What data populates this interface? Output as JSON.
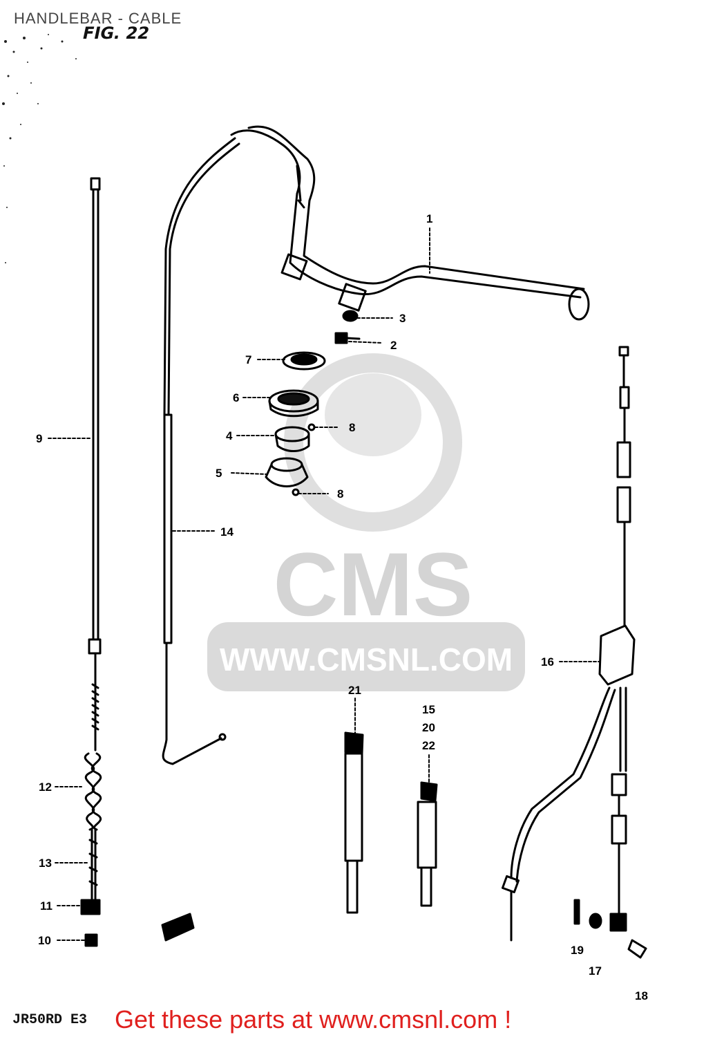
{
  "header": {
    "title": "HANDLEBAR - CABLE",
    "fig_label": "FIG. 22"
  },
  "model_code": "JR50RD E3",
  "footer": {
    "text": "Get these parts at www.cmsnl.com !"
  },
  "watermark": {
    "brand": "CMS",
    "url": "WWW.CMSNL.COM"
  },
  "callouts": {
    "c1": "1",
    "c2": "2",
    "c3": "3",
    "c4": "4",
    "c5": "5",
    "c6": "6",
    "c7": "7",
    "c8a": "8",
    "c8b": "8",
    "c9": "9",
    "c10": "10",
    "c11": "11",
    "c12": "12",
    "c13": "13",
    "c14": "14",
    "c16": "16",
    "c17": "17",
    "c18": "18",
    "c19": "19",
    "c21": "21",
    "c15": "15",
    "c20": "20",
    "c22": "22"
  },
  "colors": {
    "line": "#000000",
    "watermark": "#d9d9d9",
    "footer": "#e0201e"
  }
}
